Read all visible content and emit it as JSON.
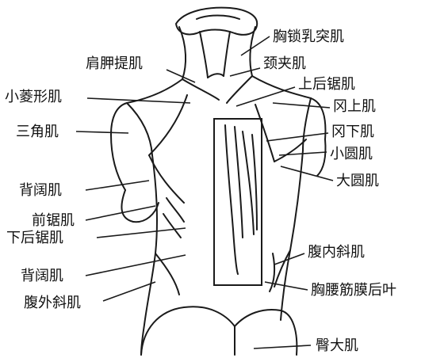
{
  "labels": {
    "xiongsuoruotu": "胸锁乳突肌",
    "jianjiati": "肩胛提肌",
    "jingjia": "颈夹肌",
    "shanghoujuji": "上后锯肌",
    "xiaolingxing": "小菱形肌",
    "gangshang": "冈上肌",
    "sanjiao": "三角肌",
    "gangxia": "冈下肌",
    "xiaoyuan": "小圆肌",
    "beikuo_upper": "背阔肌",
    "dayuan": "大圆肌",
    "qianjuji": "前锯肌",
    "xiahoujuji": "下后锯肌",
    "funeixie": "腹内斜肌",
    "beikuo_lower": "背阔肌",
    "xiongyaojinmo": "胸腰筋膜后叶",
    "fuwaixie": "腹外斜肌",
    "tunda": "臀大肌"
  },
  "colors": {
    "line": "#1a1a1a",
    "text": "#111111",
    "background": "#ffffff"
  }
}
